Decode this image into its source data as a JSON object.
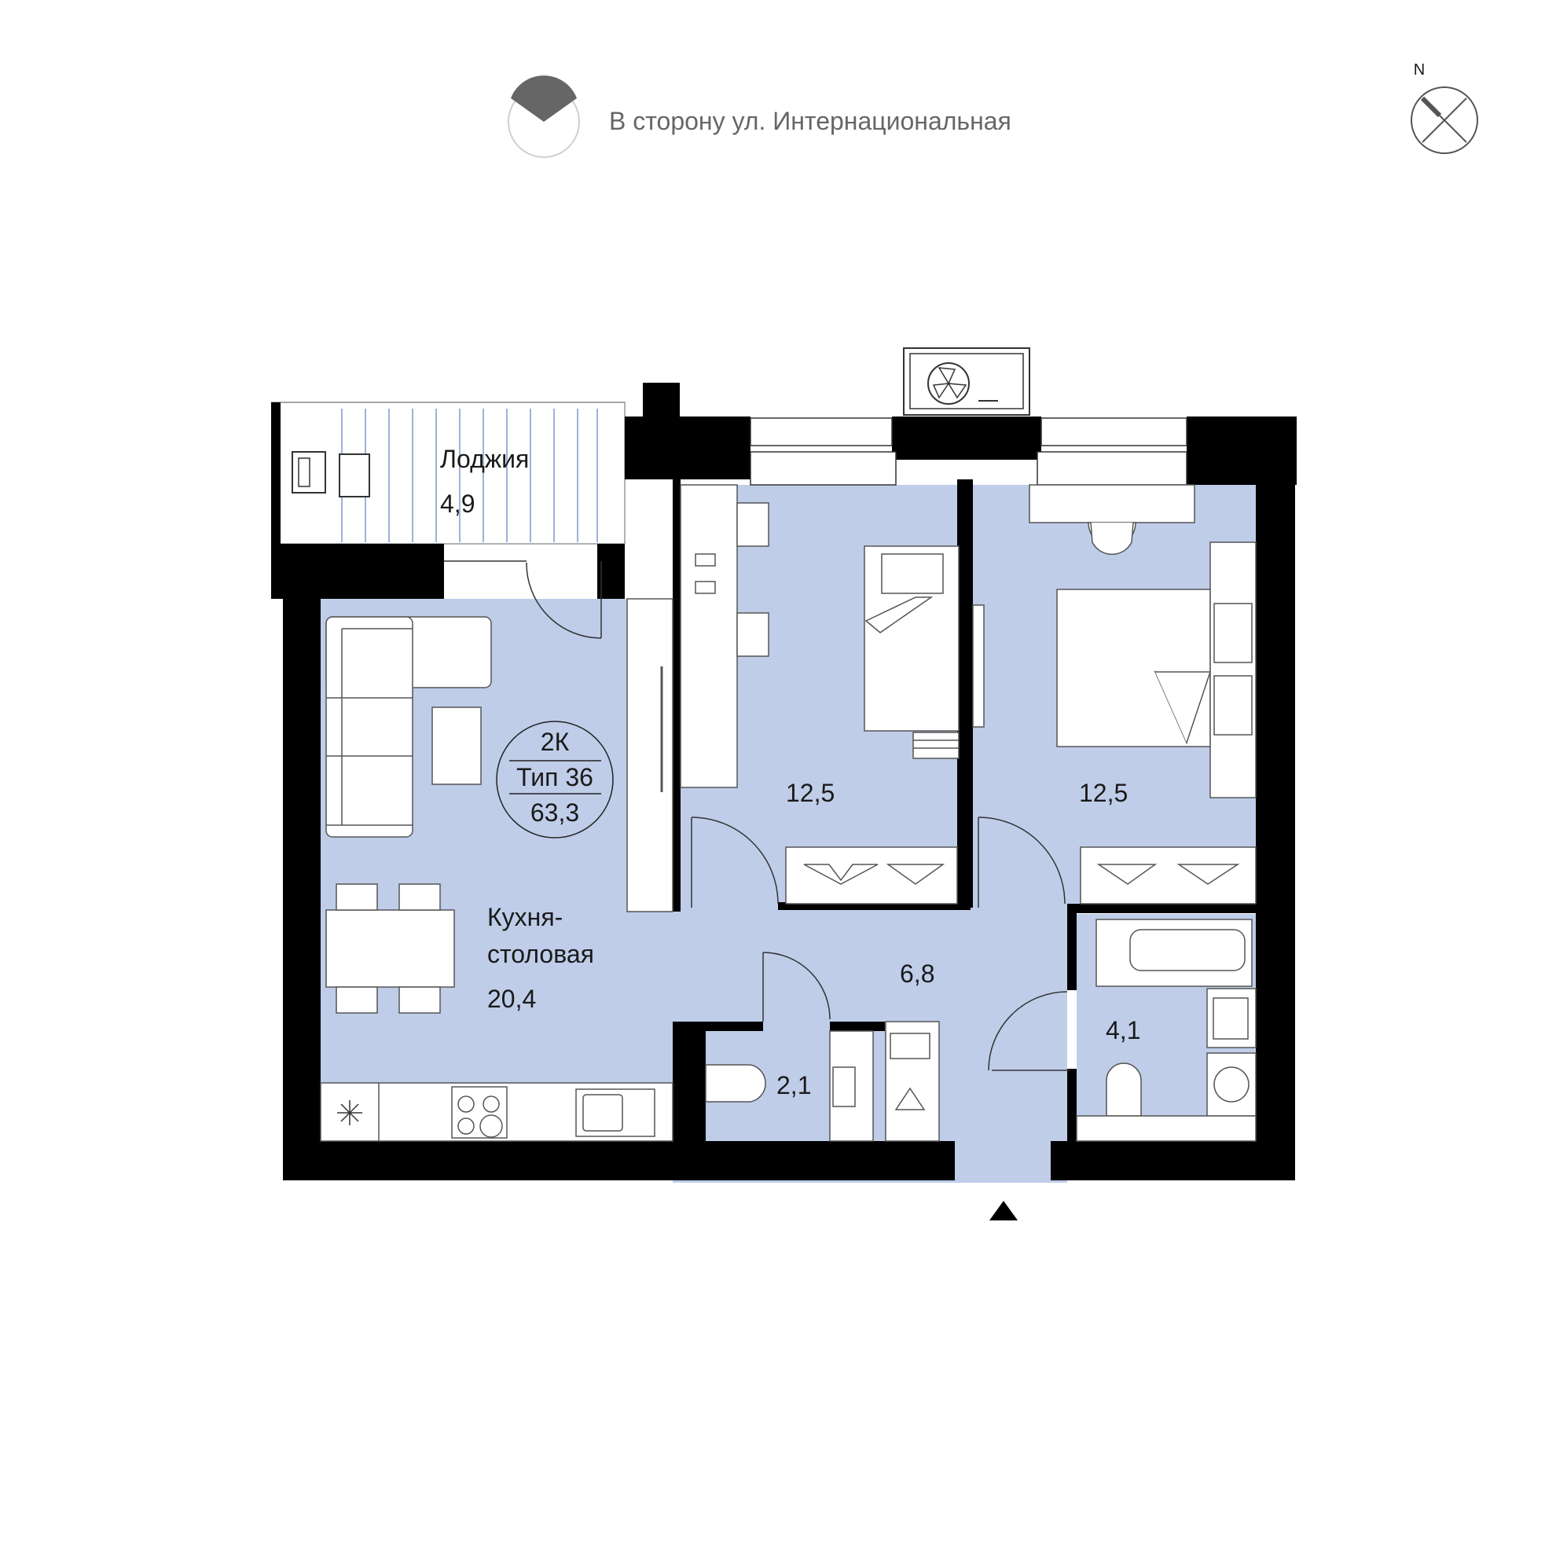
{
  "orientation": {
    "street_text": "В сторону ул. Интернациональная",
    "north_label": "N"
  },
  "apartment": {
    "rooms": "2К",
    "type": "Тип 36",
    "total_area": "63,3"
  },
  "rooms": {
    "loggia": {
      "name": "Лоджия",
      "area": "4,9"
    },
    "kitchen": {
      "name_line1": "Кухня-",
      "name_line2": "столовая",
      "area": "20,4"
    },
    "bedroom_left": {
      "area": "12,5"
    },
    "bedroom_right": {
      "area": "12,5"
    },
    "hall": {
      "area": "6,8"
    },
    "wc": {
      "area": "2,1"
    },
    "bathroom": {
      "area": "4,1"
    }
  },
  "colors": {
    "room_fill": "#bfcde9",
    "wall": "#000000",
    "compass_wedge": "#666666",
    "text_gray": "#666666"
  }
}
